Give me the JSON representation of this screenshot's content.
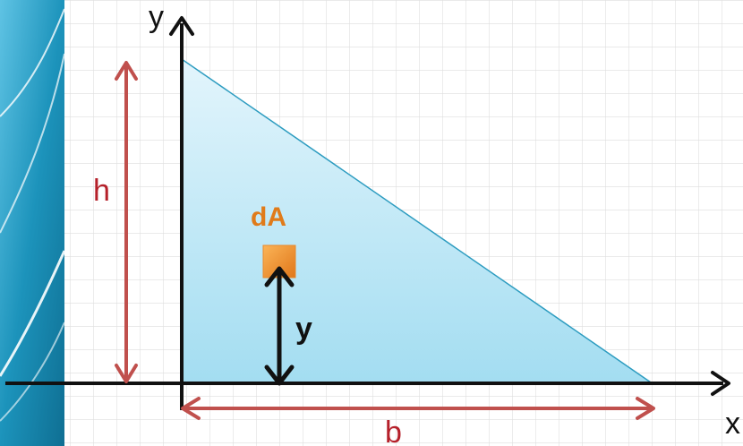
{
  "labels": {
    "y_axis": "y",
    "x_axis": "x",
    "height": "h",
    "base": "b",
    "element": "dA",
    "element_y": "y"
  },
  "colors": {
    "triangle_fill_top": "#dff3fb",
    "triangle_fill_bottom": "#a6dff2",
    "triangle_edge": "#2d9cc0",
    "dimension": "#c0504d",
    "dimension_text": "#b5202a",
    "element": "#f39c2a",
    "element_text": "#e07b1a",
    "axis": "#111111",
    "grid": "#dcdcdc",
    "sidebar": "#1a8fb5"
  }
}
